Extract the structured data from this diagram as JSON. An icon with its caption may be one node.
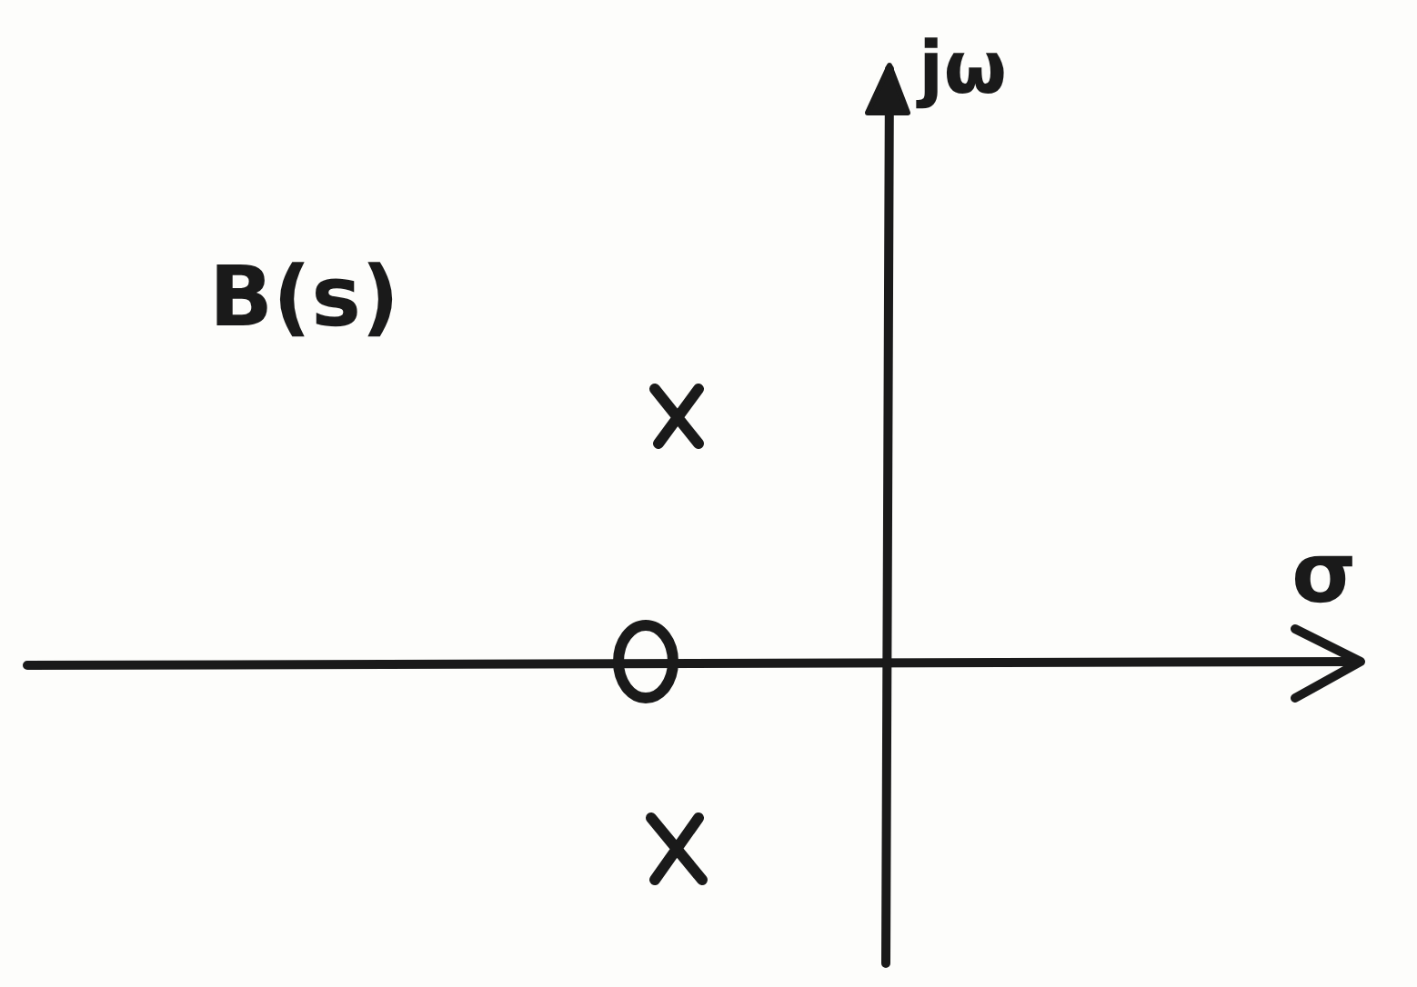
{
  "diagram": {
    "labels": [
      "jω",
      "B(s)",
      "σ"
    ]
  }
}
